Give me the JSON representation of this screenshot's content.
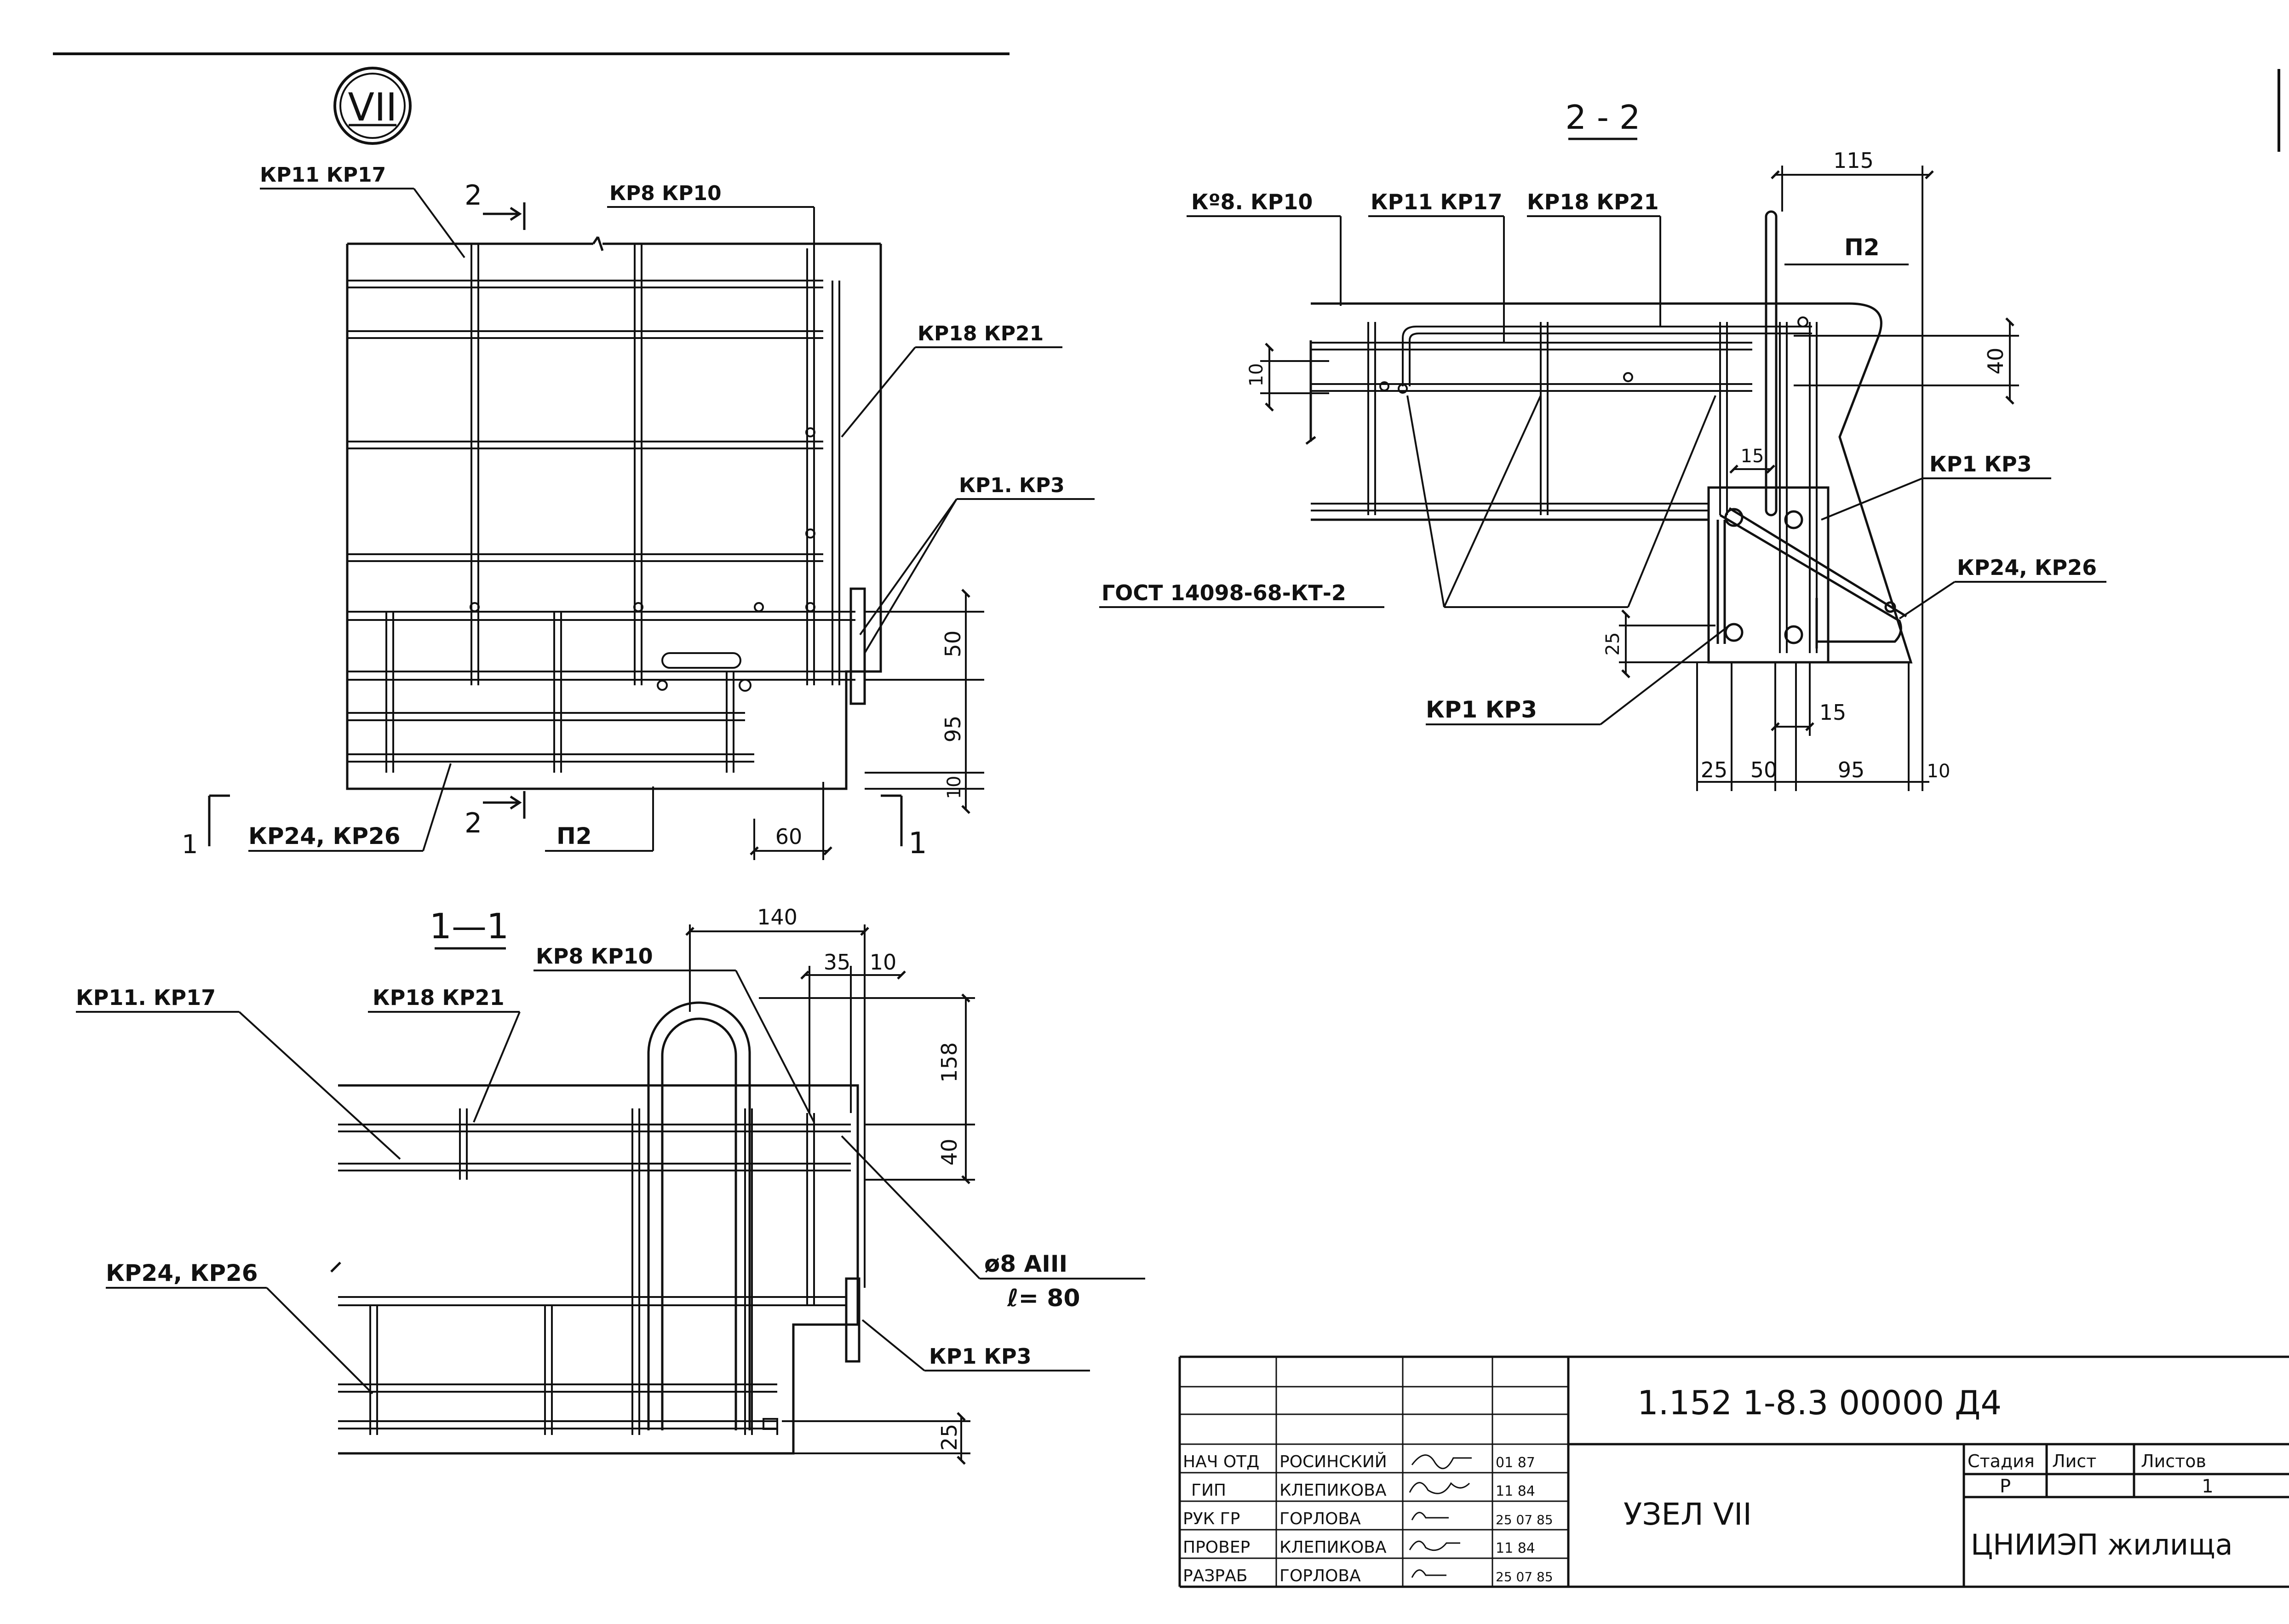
{
  "colors": {
    "ink": "#111111",
    "paper": "#ffffff"
  },
  "node_mark": "VII",
  "plan": {
    "cut_2_marks": [
      "2",
      "2"
    ],
    "cut_1_marks": [
      "1",
      "1"
    ],
    "labels": {
      "kp11_kp17": "КР11 КР17",
      "kp8_kp10": "КР8 КР10",
      "kp18_kp21": "КР18 КР21",
      "kp1_kp3": "КР1. КР3",
      "kp24_kp26": "КР24, КР26",
      "p2": "П2"
    },
    "dims": {
      "d50": "50",
      "d95": "95",
      "d10": "10",
      "d60": "60"
    }
  },
  "section_1_1": {
    "title": "1—1",
    "labels": {
      "kp11_kp17": "КР11. КР17",
      "kp18_kp21": "КР18 КР21",
      "kp8_kp10": "КР8 КР10",
      "kp24_kp26": "КР24, КР26",
      "kp1_kp3": "КР1 КР3",
      "rebar": "ø8 АIII",
      "length": "ℓ= 80"
    },
    "dims": {
      "d140": "140",
      "d35": "35",
      "d10": "10",
      "d158": "158",
      "d40": "40",
      "d25": "25"
    }
  },
  "section_2_2": {
    "title": "2 - 2",
    "labels": {
      "kp8_kp10": "Кº8. КР10",
      "kp11_kp17": "КР11 КР17",
      "kp18_kp21": "КР18 КР21",
      "p2": "П2",
      "kp1_kp3_top": "КР1 КР3",
      "kp24_kp26": "КР24, КР26",
      "gost": "ГОСТ 14098-68-КТ-2",
      "kp1_kp3_bottom": "КР1 КР3"
    },
    "dims": {
      "d115": "115",
      "d10_left": "10",
      "d40": "40",
      "d15_top": "15",
      "d25_side": "25",
      "d15_bottom": "15",
      "d25": "25",
      "d50": "50",
      "d95": "95",
      "d10_bottom": "10"
    }
  },
  "title_block": {
    "code": "1.152 1-8.3 00000 Д4",
    "title": "УЗЕЛ VII",
    "stage_header": "Стадия",
    "sheet_header": "Лист",
    "sheets_header": "Листов",
    "stage": "Р",
    "sheet": "",
    "sheets": "1",
    "org": "ЦНИИЭП жилища",
    "rows": [
      {
        "role": "НАЧ ОТД",
        "name": "РОСИНСКИЙ",
        "date": "01 87"
      },
      {
        "role": "ГИП",
        "name": "КЛЕПИКОВА",
        "date": "11 84"
      },
      {
        "role": "РУК ГР",
        "name": "ГОРЛОВА",
        "date": "25 07 85"
      },
      {
        "role": "ПРОВЕР",
        "name": "КЛЕПИКОВА",
        "date": "11 84"
      },
      {
        "role": "РАЗРАБ",
        "name": "ГОРЛОВА",
        "date": "25 07 85"
      }
    ]
  }
}
